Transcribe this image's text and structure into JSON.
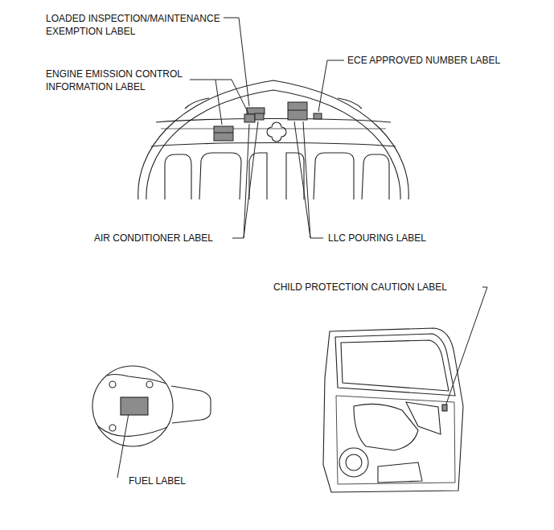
{
  "diagram": {
    "labels": [
      "LOADED INSPECTION/MAINTENANCE EXEMPTION LABEL",
      "ECE APPROVED NUMBER LABEL",
      "ENGINE EMISSION CONTROL INFORMATION LABEL",
      "AIR CONDITIONER LABEL",
      "LLC POURING LABEL",
      "CHILD PROTECTION CAUTION LABEL",
      "FUEL LABEL"
    ]
  }
}
